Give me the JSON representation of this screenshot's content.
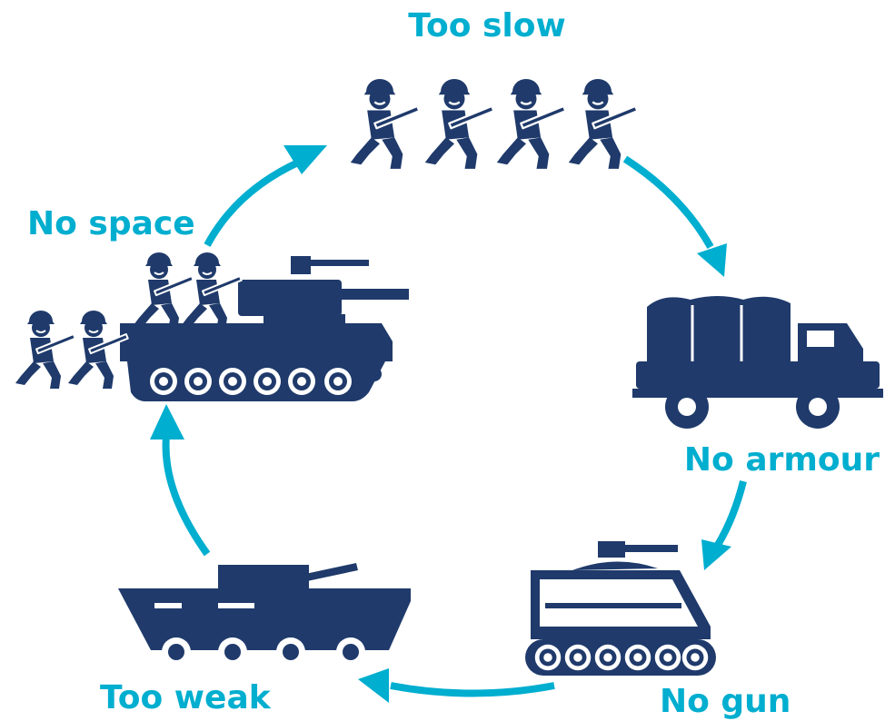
{
  "colors": {
    "accent": "#00AECF",
    "navy": "#1F3A6B",
    "white": "#FFFFFF"
  },
  "labels": {
    "too_slow": "Too slow",
    "no_armour": "No armour",
    "no_gun": "No gun",
    "too_weak": "Too weak",
    "no_space": "No space"
  },
  "icons": {
    "infantry": "infantry-soldiers-icon",
    "truck": "cargo-truck-icon",
    "apc": "armoured-personnel-carrier-icon",
    "wheeled": "wheeled-armoured-vehicle-icon",
    "ifv": "infantry-fighting-vehicle-icon"
  }
}
